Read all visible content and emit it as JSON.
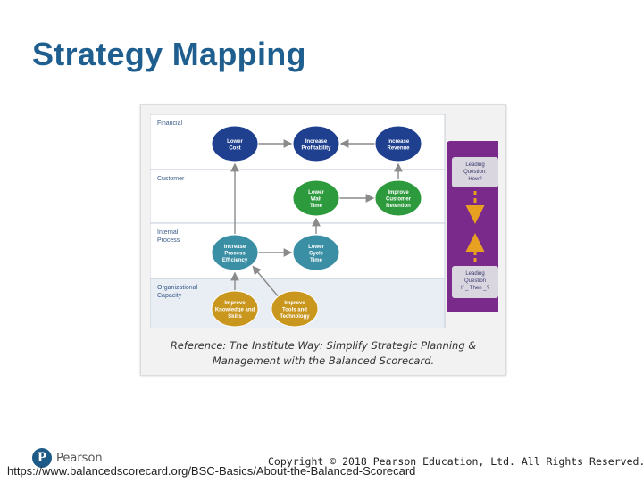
{
  "slide": {
    "title": "Strategy Mapping",
    "copyright": "Copyright © 2018 Pearson Education, Ltd. All Rights Reserved..",
    "url": "https://www.balancedscorecard.org/BSC-Basics/About-the-Balanced-Scorecard",
    "logo_text": "Pearson",
    "logo_mark": "P"
  },
  "figure": {
    "reference_line1": "Reference: The Institute Way: Simplify Strategic Planning &",
    "reference_line2": "Management with the Balanced Scorecard."
  },
  "perspectives": [
    {
      "label": [
        "Financial"
      ]
    },
    {
      "label": [
        "Customer"
      ]
    },
    {
      "label": [
        "Internal",
        "Process"
      ]
    },
    {
      "label": [
        "Organizational",
        "Capacity"
      ]
    }
  ],
  "nodes": [
    {
      "id": "lower-cost",
      "label": [
        "Lower",
        "Cost"
      ],
      "color": "#1f3f8f"
    },
    {
      "id": "increase-profitability",
      "label": [
        "Increase",
        "Profitability"
      ],
      "color": "#1f3f8f"
    },
    {
      "id": "increase-revenue",
      "label": [
        "Increase",
        "Revenue"
      ],
      "color": "#1f3f8f"
    },
    {
      "id": "lower-wait-time",
      "label": [
        "Lower",
        "Wait",
        "Time"
      ],
      "color": "#2e9a3e"
    },
    {
      "id": "improve-customer-retention",
      "label": [
        "Improve",
        "Customer",
        "Retention"
      ],
      "color": "#2e9a3e"
    },
    {
      "id": "increase-process-efficiency",
      "label": [
        "Increase",
        "Process",
        "Efficiency"
      ],
      "color": "#3a8fa5"
    },
    {
      "id": "lower-cycle-time",
      "label": [
        "Lower",
        "Cycle",
        "Time"
      ],
      "color": "#3a8fa5"
    },
    {
      "id": "improve-knowledge-and-skills",
      "label": [
        "Improve",
        "Knowledge and",
        "Skills"
      ],
      "color": "#c9961e"
    },
    {
      "id": "improve-tools-and-technology",
      "label": [
        "Improve",
        "Tools and",
        "Technology"
      ],
      "color": "#c9961e"
    }
  ],
  "leading_questions": {
    "top": [
      "Leading",
      "Question:",
      "How?"
    ],
    "bottom": [
      "Leading",
      "Question",
      "If _ Then _?"
    ],
    "panel_color": "#7a2a8a",
    "arrow_color": "#e8a020"
  }
}
